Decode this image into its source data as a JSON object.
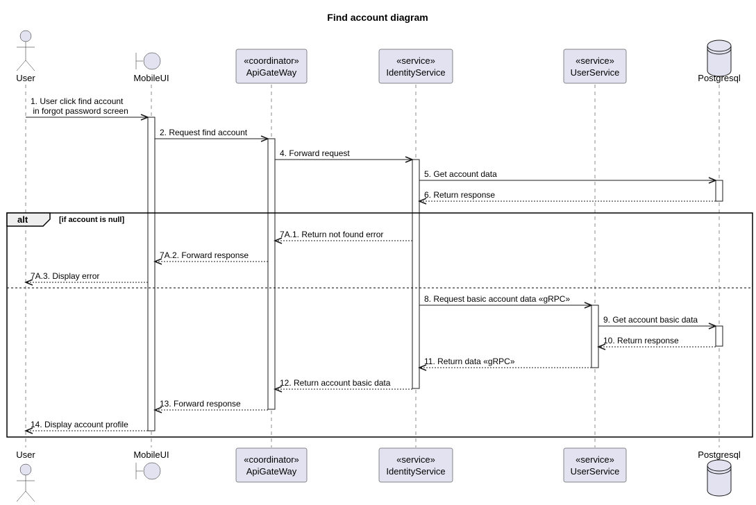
{
  "title": "Find account diagram",
  "colors": {
    "participant_fill": "#E2E2F0",
    "participant_stroke": "#181818",
    "frame_stroke": "#000000",
    "lifeline": "#181818"
  },
  "participants": [
    {
      "id": "user",
      "kind": "actor",
      "label": "User",
      "icon": "actor-stick-figure-icon"
    },
    {
      "id": "mobileui",
      "kind": "boundary",
      "label": "MobileUI",
      "icon": "boundary-icon"
    },
    {
      "id": "apigw",
      "kind": "box",
      "stereotype": "«coordinator»",
      "label": "ApiGateWay"
    },
    {
      "id": "identity",
      "kind": "box",
      "stereotype": "«service»",
      "label": "IdentityService"
    },
    {
      "id": "usersvc",
      "kind": "box",
      "stereotype": "«service»",
      "label": "UserService"
    },
    {
      "id": "postgres",
      "kind": "database",
      "label": "Postgresql",
      "icon": "database-cylinder-icon"
    }
  ],
  "messages": [
    {
      "from": "user",
      "to": "mobileui",
      "lines": [
        "1. User click find account",
        " in forgot password screen"
      ],
      "style": "solid"
    },
    {
      "from": "mobileui",
      "to": "apigw",
      "lines": [
        "2. Request find account"
      ],
      "style": "solid"
    },
    {
      "from": "apigw",
      "to": "identity",
      "lines": [
        "4. Forward request"
      ],
      "style": "solid"
    },
    {
      "from": "identity",
      "to": "postgres",
      "lines": [
        "5. Get account data"
      ],
      "style": "solid"
    },
    {
      "from": "postgres",
      "to": "identity",
      "lines": [
        "6. Return response"
      ],
      "style": "dashed"
    },
    {
      "from": "identity",
      "to": "apigw",
      "lines": [
        "7A.1. Return not found error"
      ],
      "style": "dashed"
    },
    {
      "from": "apigw",
      "to": "mobileui",
      "lines": [
        "7A.2. Forward response"
      ],
      "style": "dashed"
    },
    {
      "from": "mobileui",
      "to": "user",
      "lines": [
        "7A.3. Display error"
      ],
      "style": "dashed"
    },
    {
      "from": "identity",
      "to": "usersvc",
      "lines": [
        "8. Request basic account data «gRPC»"
      ],
      "style": "solid"
    },
    {
      "from": "usersvc",
      "to": "postgres",
      "lines": [
        "9. Get account basic data"
      ],
      "style": "solid"
    },
    {
      "from": "postgres",
      "to": "usersvc",
      "lines": [
        "10. Return response"
      ],
      "style": "dashed"
    },
    {
      "from": "usersvc",
      "to": "identity",
      "lines": [
        "11. Return data «gRPC»"
      ],
      "style": "dashed"
    },
    {
      "from": "identity",
      "to": "apigw",
      "lines": [
        "12. Return account basic data"
      ],
      "style": "dashed"
    },
    {
      "from": "apigw",
      "to": "mobileui",
      "lines": [
        "13. Forward response"
      ],
      "style": "dashed"
    },
    {
      "from": "mobileui",
      "to": "user",
      "lines": [
        "14. Display account profile"
      ],
      "style": "dashed"
    }
  ],
  "fragment": {
    "operator": "alt",
    "guard": "[if account is null]"
  }
}
